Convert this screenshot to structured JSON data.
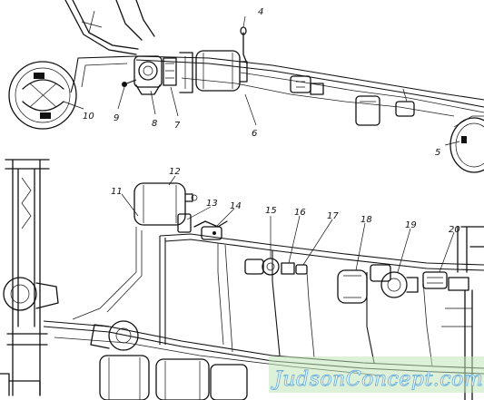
{
  "callouts": [
    {
      "id": "c4",
      "text": "4"
    },
    {
      "id": "c5",
      "text": "5"
    },
    {
      "id": "c6",
      "text": "6"
    },
    {
      "id": "c7",
      "text": "7"
    },
    {
      "id": "c8",
      "text": "8"
    },
    {
      "id": "c9",
      "text": "9"
    },
    {
      "id": "c10",
      "text": "10"
    },
    {
      "id": "c11",
      "text": "11"
    },
    {
      "id": "c12",
      "text": "12"
    },
    {
      "id": "c13",
      "text": "13"
    },
    {
      "id": "c14",
      "text": "14"
    },
    {
      "id": "c15",
      "text": "15"
    },
    {
      "id": "c16",
      "text": "16"
    },
    {
      "id": "c17",
      "text": "17"
    },
    {
      "id": "c18",
      "text": "18"
    },
    {
      "id": "c19",
      "text": "19"
    },
    {
      "id": "c20",
      "text": "20"
    }
  ],
  "watermark": {
    "text": "JudsonConcept.com",
    "fill": "#ffffff",
    "outline": "#6fb0d8"
  },
  "colors": {
    "line": "#111111",
    "background": "#ffffff"
  }
}
